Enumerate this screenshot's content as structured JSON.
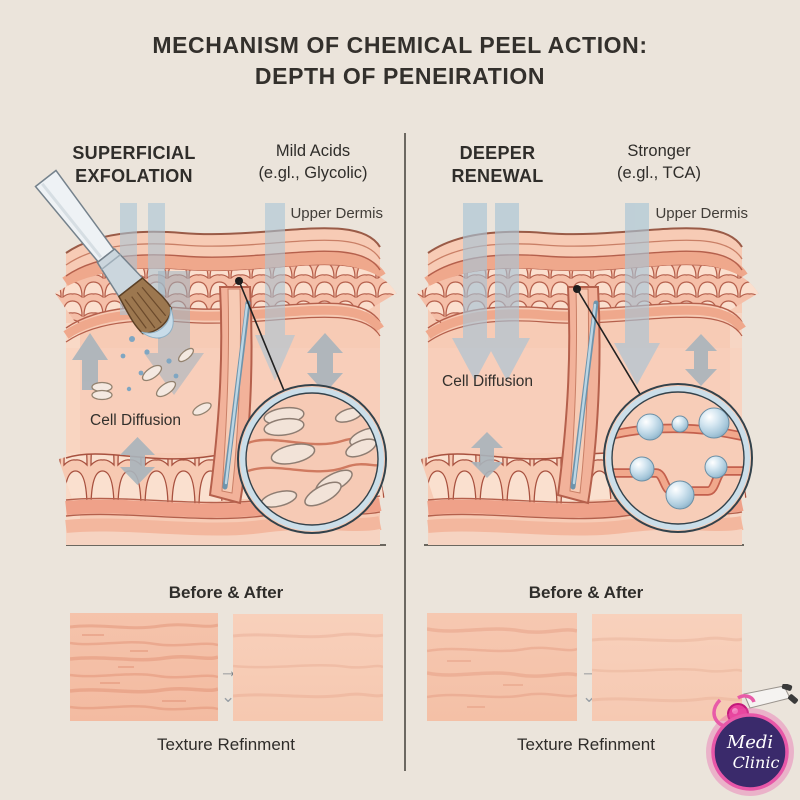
{
  "title": {
    "line1": "MECHANISM OF CHEMICAL PEEL ACTION:",
    "line2": "DEPTH OF PENEIRATION"
  },
  "left": {
    "heading_line1": "SUPERFICIAL",
    "heading_line2": "EXFOLATION",
    "agent_line1": "Mild Acids",
    "agent_line2": "(e.gl., Glycolic)",
    "upper_dermis_label": "Upper Dermis",
    "cell_diffusion_label": "Cell Diffusion",
    "before_after_title": "Before & After",
    "caption": "Texture Refinment"
  },
  "right": {
    "heading_line1": "DEEPER",
    "heading_line2": "RENEWAL",
    "agent_line1": "Stronger",
    "agent_line2": "(e.gl., TCA)",
    "upper_dermis_label": "Upper Dermis",
    "cell_diffusion_label": "Cell Diffusion",
    "before_after_title": "Before & After",
    "caption": "Texture Refinment"
  },
  "icons": {
    "transition_arrow": "→",
    "transition_chevron": "⌄"
  },
  "logo": {
    "line1": "Medi",
    "line2": "Clinic"
  },
  "colors": {
    "background": "#EBE4DB",
    "skin_base": "#F7CBB5",
    "skin_band": "#EFA88C",
    "band_outline": "#B5604C",
    "arrow_blue": "#A8C4D6",
    "arrow_gray": "#A9B4BC",
    "magnifier_rim": "#CBDEE9",
    "logo_purple": "#3A2A6B",
    "logo_pink": "#E757A8"
  }
}
